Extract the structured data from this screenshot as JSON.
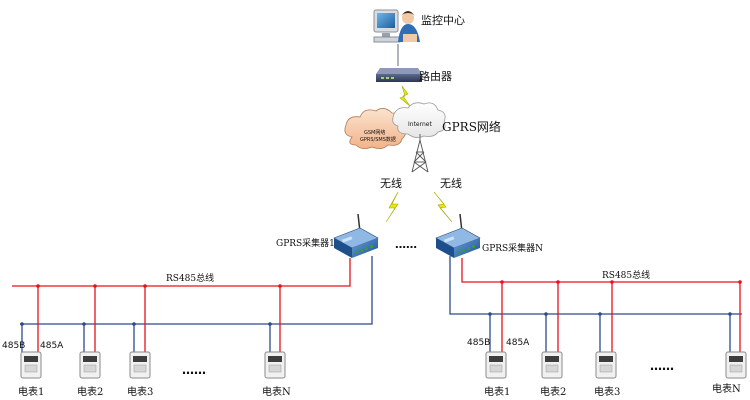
{
  "monitor": {
    "label": "监控中心"
  },
  "router": {
    "label": "路由器"
  },
  "network": {
    "label": "GPRS网络",
    "cloud_internet": "Internet",
    "cloud_gsm_line1": "GSM网络",
    "cloud_gsm_line2": "GPRS/SMS数据"
  },
  "wireless": {
    "left_label": "无线",
    "right_label": "无线"
  },
  "collectors": {
    "left_label": "GPRS采集器1",
    "right_label": "GPRS采集器N",
    "ellipsis": "……"
  },
  "buses": {
    "left_label": "RS485总线",
    "right_label": "RS485总线"
  },
  "meters_left": {
    "wire_b": "485B",
    "wire_a": "485A",
    "items": [
      "电表1",
      "电表2",
      "电表3",
      "电表N"
    ],
    "ellipsis": "……"
  },
  "meters_right": {
    "wire_b": "485B",
    "wire_a": "485A",
    "items": [
      "电表1",
      "电表2",
      "电表3",
      "电表N"
    ],
    "ellipsis": "……"
  },
  "colors": {
    "bus_red": "#e8111b",
    "bus_blue": "#2e4a8c",
    "lightning": "#e6e614"
  }
}
